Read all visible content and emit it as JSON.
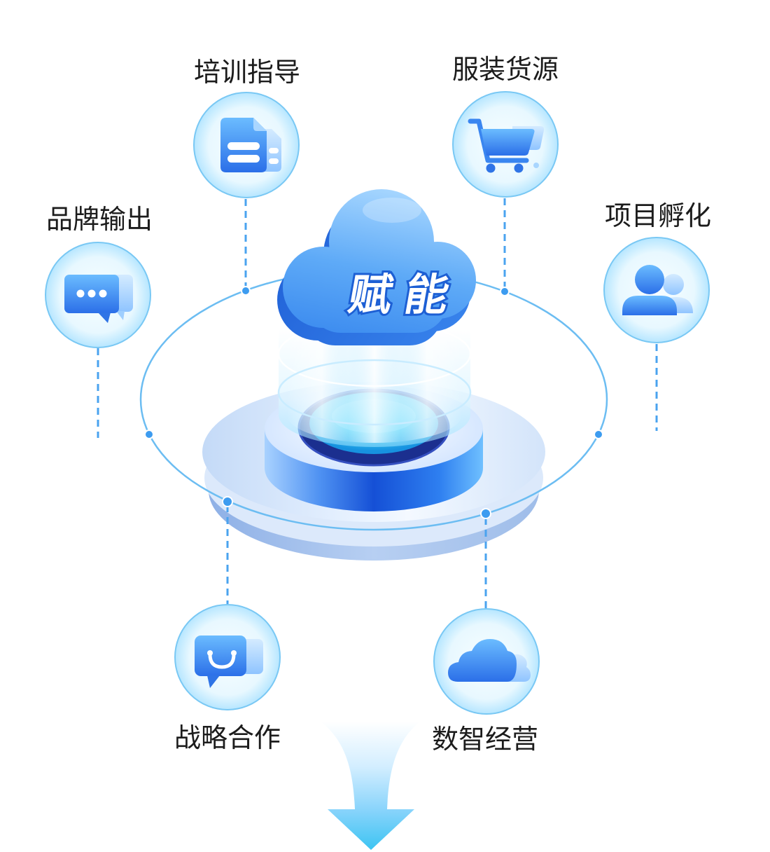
{
  "center": {
    "label": "赋能"
  },
  "nodes": [
    {
      "label": "培训指导",
      "icon": "document-icon"
    },
    {
      "label": "服装货源",
      "icon": "shopping-cart-icon"
    },
    {
      "label": "品牌输出",
      "icon": "chat-bubble-icon"
    },
    {
      "label": "项目孵化",
      "icon": "users-icon"
    },
    {
      "label": "战略合作",
      "icon": "shopping-bag-chat-icon"
    },
    {
      "label": "数智经营",
      "icon": "cloud-icon"
    }
  ],
  "flow": {
    "icon": "down-arrow-icon"
  },
  "colors": {
    "primary": "#2f74e6",
    "icon_light": "#a9d6ff",
    "ring": "#6cbdf2",
    "accent": "#3cc4f2",
    "text": "#1c1c1c"
  }
}
